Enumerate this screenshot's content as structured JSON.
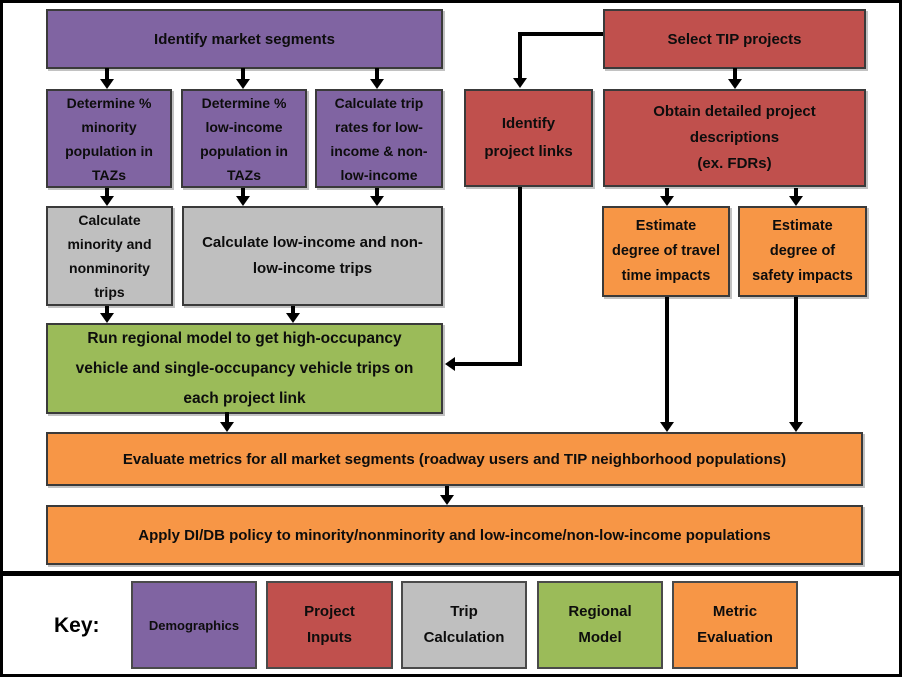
{
  "colors": {
    "demographics": "#8064A2",
    "project_inputs": "#C0504D",
    "trip_calculation": "#BFBFBF",
    "regional_model": "#9BBB59",
    "metric_evaluation": "#F79646",
    "arrow": "#000000",
    "background": "#FFFFFF"
  },
  "boxes": {
    "identify_market": "Identify market segments",
    "det_minority": "Determine %\nminority\npopulation in\nTAZs",
    "det_low_income": "Determine %\nlow-income\npopulation in\nTAZs",
    "calc_trip_rates": "Calculate trip\nrates for low-\nincome & non-\nlow-income",
    "calc_minority_trips": "Calculate\nminority and\nnonminority\ntrips",
    "calc_low_income_trips": "Calculate low-income and non-\nlow-income trips",
    "run_regional_model": "Run regional model to get high-occupancy\nvehicle and single-occupancy vehicle trips on\neach project link",
    "select_tip": "Select TIP projects",
    "identify_links": "Identify\nproject links",
    "obtain_descriptions": "Obtain detailed project\ndescriptions\n(ex. FDRs)",
    "est_travel_time": "Estimate\ndegree of travel\ntime impacts",
    "est_safety": "Estimate\ndegree of\nsafety impacts",
    "evaluate_metrics": "Evaluate metrics for all market segments (roadway users and TIP neighborhood populations)",
    "apply_policy": "Apply DI/DB policy to minority/nonminority and low-income/non-low-income populations"
  },
  "key": {
    "label": "Key:",
    "items": [
      {
        "label": "Demographics"
      },
      {
        "label": "Project\nInputs"
      },
      {
        "label": "Trip\nCalculation"
      },
      {
        "label": "Regional\nModel"
      },
      {
        "label": "Metric\nEvaluation"
      }
    ]
  }
}
